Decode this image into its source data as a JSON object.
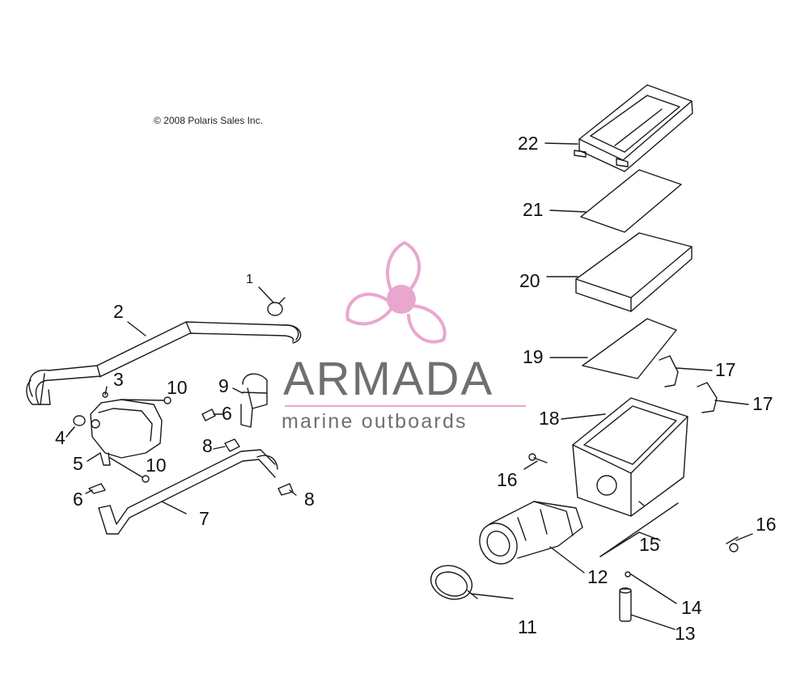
{
  "copyright": "© 2008 Polaris Sales Inc.",
  "watermark": {
    "name": "ARMADA",
    "tagline": "marine outboards",
    "logo_color": "#e9a7cf",
    "text_color": "#6f6f6f"
  },
  "callouts": {
    "c1": "1",
    "c2": "2",
    "c3": "3",
    "c4": "4",
    "c5": "5",
    "c6a": "6",
    "c6b": "6",
    "c7": "7",
    "c8a": "8",
    "c8b": "8",
    "c9": "9",
    "c10a": "10",
    "c10b": "10",
    "c11": "11",
    "c12": "12",
    "c13": "13",
    "c14": "14",
    "c15": "15",
    "c16a": "16",
    "c16b": "16",
    "c17a": "17",
    "c17b": "17",
    "c18": "18",
    "c19": "19",
    "c20": "20",
    "c21": "21",
    "c22": "22"
  }
}
